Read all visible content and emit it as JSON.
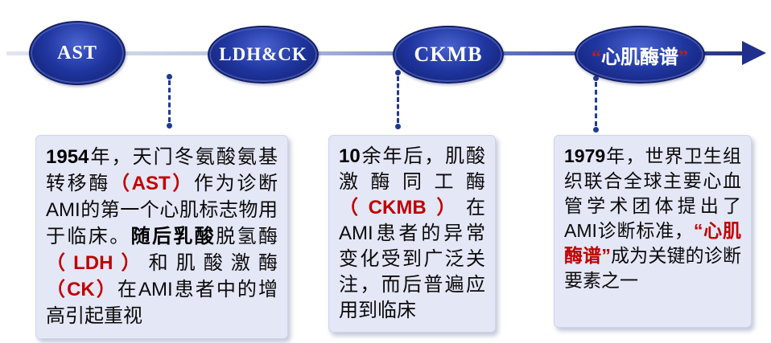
{
  "colors": {
    "node_fill_dark": "#101d6b",
    "node_fill_light": "#4a63cf",
    "axis_dark": "#24337f",
    "connector": "#1f3a8f",
    "box_background": "#e4e7f6",
    "accent_red": "#c00000",
    "text_black": "#0a0a0a"
  },
  "timeline": {
    "nodes": [
      {
        "id": "ast",
        "segments": [
          {
            "text": "AST",
            "style": "node"
          }
        ]
      },
      {
        "id": "ldh-ck",
        "segments": [
          {
            "text": "LDH&CK",
            "style": "node"
          }
        ]
      },
      {
        "id": "ckmb",
        "segments": [
          {
            "text": "CKMB",
            "style": "node"
          }
        ]
      },
      {
        "id": "xinji-meipu",
        "segments": [
          {
            "text": "“",
            "style": "node-quote"
          },
          {
            "text": "心肌酶谱",
            "style": "node"
          },
          {
            "text": "”",
            "style": "node-quote"
          }
        ]
      }
    ]
  },
  "boxes": [
    {
      "id": "box-1954",
      "segments": [
        {
          "text": "1954",
          "style": "bold"
        },
        {
          "text": "年，天门冬氨酸氨基转移酶",
          "style": "normal"
        },
        {
          "text": "（AST）",
          "style": "red"
        },
        {
          "text": "作为诊断AMI的第一个心肌标志物用于临床。",
          "style": "normal"
        },
        {
          "text": "随后乳酸",
          "style": "bold"
        },
        {
          "text": "脱氢酶",
          "style": "normal"
        },
        {
          "text": "（LDH）",
          "style": "red"
        },
        {
          "text": "和肌酸激酶",
          "style": "normal"
        },
        {
          "text": "（CK）",
          "style": "red"
        },
        {
          "text": "在AMI患者中的增高引起重视",
          "style": "normal"
        }
      ]
    },
    {
      "id": "box-ckmb",
      "segments": [
        {
          "text": "10",
          "style": "bold"
        },
        {
          "text": "余年后，肌酸激酶同工酶",
          "style": "normal"
        },
        {
          "text": "（CKMB）",
          "style": "red"
        },
        {
          "text": "在AMI患者的异常变化受到广泛关注，而后普遍应用到临床",
          "style": "normal"
        }
      ]
    },
    {
      "id": "box-1979",
      "segments": [
        {
          "text": "1979",
          "style": "bold"
        },
        {
          "text": "年，世界卫生组织联合全球主要心血管学术团体提出了AMI诊断标准，",
          "style": "normal"
        },
        {
          "text": "“心肌酶谱”",
          "style": "red"
        },
        {
          "text": "成为关键的诊断要素之一",
          "style": "normal"
        }
      ]
    }
  ]
}
